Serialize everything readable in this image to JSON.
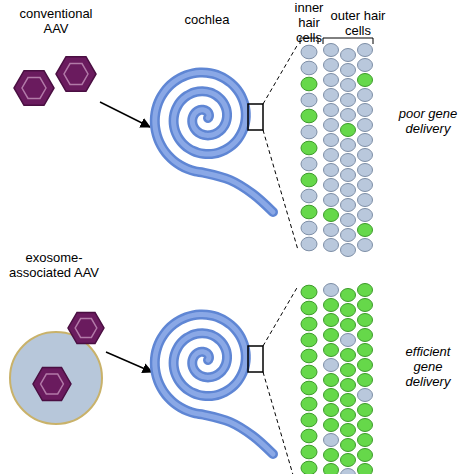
{
  "diagram": {
    "labels": [
      "conventional AAV",
      "cochlea",
      "inner hair cells",
      "outer hair cells",
      "poor gene delivery",
      "exosome-associated AAV",
      "efficient gene delivery"
    ]
  }
}
